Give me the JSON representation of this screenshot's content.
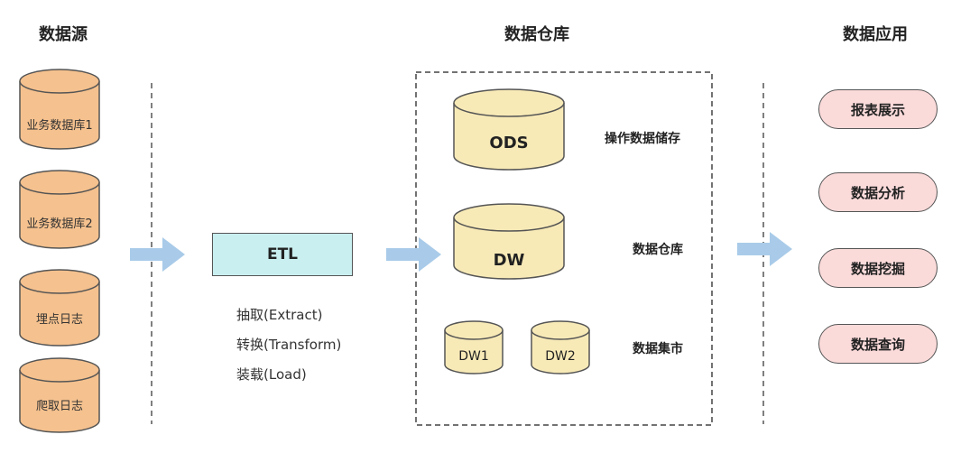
{
  "sections": {
    "sources_title": "数据源",
    "warehouse_title": "数据仓库",
    "apps_title": "数据应用"
  },
  "sources": [
    {
      "label": "业务数据库1"
    },
    {
      "label": "业务数据库2"
    },
    {
      "label": "埋点日志"
    },
    {
      "label": "爬取日志"
    }
  ],
  "etl": {
    "label": "ETL",
    "steps": [
      "抽取(Extract)",
      "转换(Transform)",
      "装载(Load)"
    ]
  },
  "warehouse": {
    "ods": {
      "label": "ODS",
      "desc": "操作数据储存"
    },
    "dw": {
      "label": "DW",
      "desc": "数据仓库"
    },
    "marts": [
      "DW1",
      "DW2"
    ],
    "marts_desc": "数据集市"
  },
  "apps": [
    {
      "label": "报表展示"
    },
    {
      "label": "数据分析"
    },
    {
      "label": "数据挖掘"
    },
    {
      "label": "数据查询"
    }
  ],
  "colors": {
    "source_fill": "#f5c18e",
    "warehouse_fill": "#f8eab7",
    "etl_fill": "#c9eff0",
    "app_fill": "#fbdada",
    "arrow": "#a9cbe9",
    "stroke": "#555555"
  }
}
